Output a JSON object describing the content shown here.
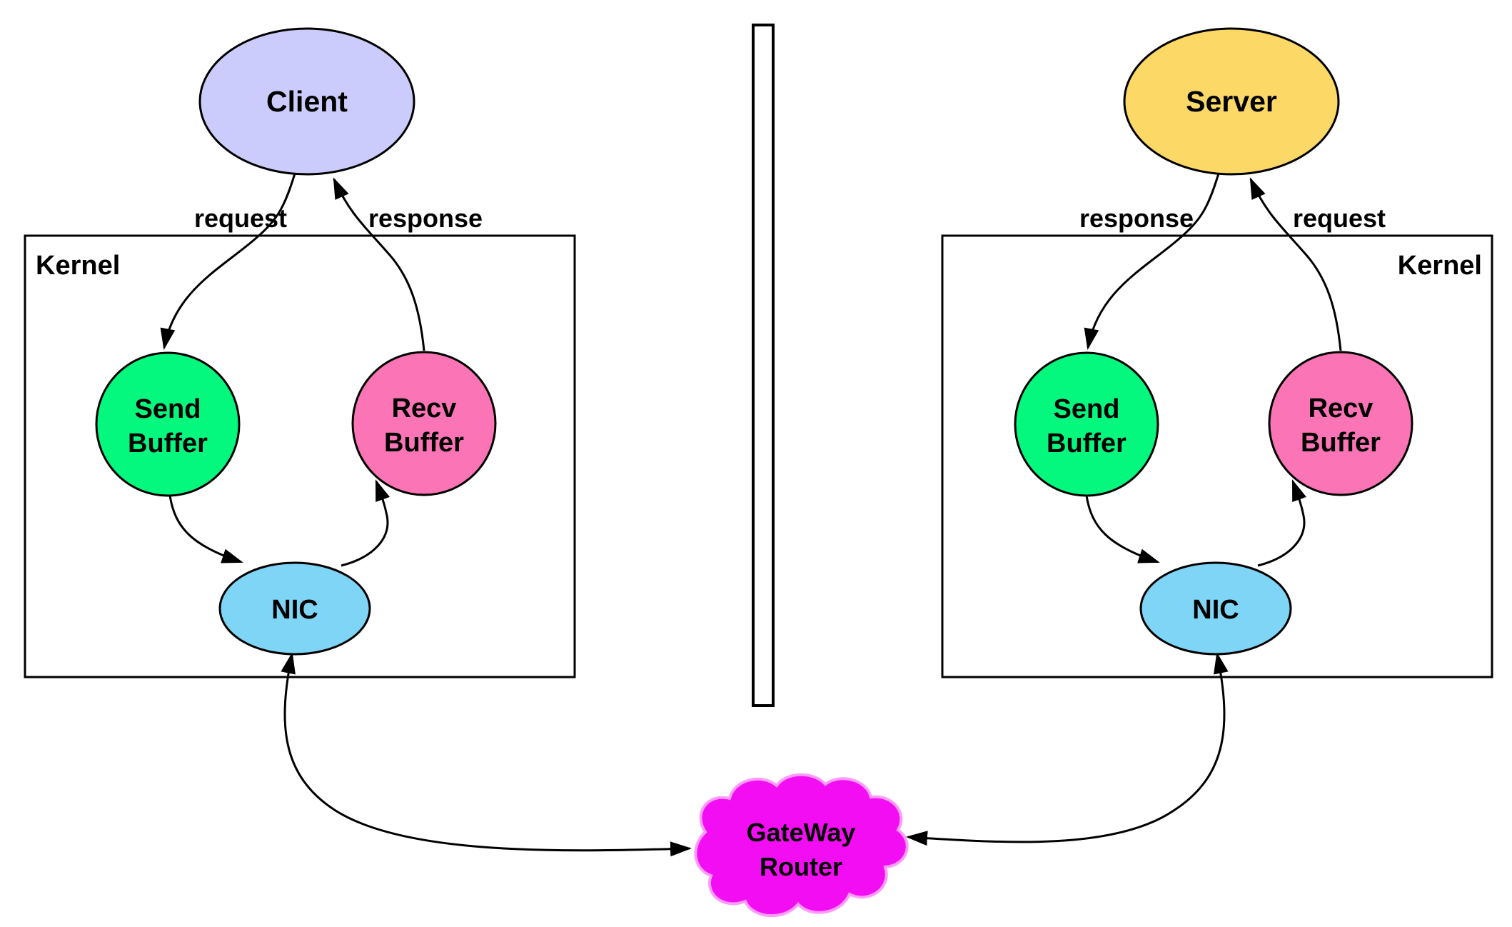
{
  "colors": {
    "client_fill": "#ccccfc",
    "server_fill": "#fcd867",
    "send_buffer_fill": "#04f87d",
    "recv_buffer_fill": "#fb74b5",
    "nic_fill": "#7fd5f6",
    "gateway_fill": "#f30df3",
    "gateway_stroke": "#ff9bfb"
  },
  "left": {
    "host": "Client",
    "kernel": "Kernel",
    "request": "request",
    "response": "response",
    "send_buffer": [
      "Send",
      "Buffer"
    ],
    "recv_buffer": [
      "Recv",
      "Buffer"
    ],
    "nic": "NIC"
  },
  "right": {
    "host": "Server",
    "kernel": "Kernel",
    "response": "response",
    "request": "request",
    "send_buffer": [
      "Send",
      "Buffer"
    ],
    "recv_buffer": [
      "Recv",
      "Buffer"
    ],
    "nic": "NIC"
  },
  "gateway": [
    "GateWay",
    "Router"
  ]
}
